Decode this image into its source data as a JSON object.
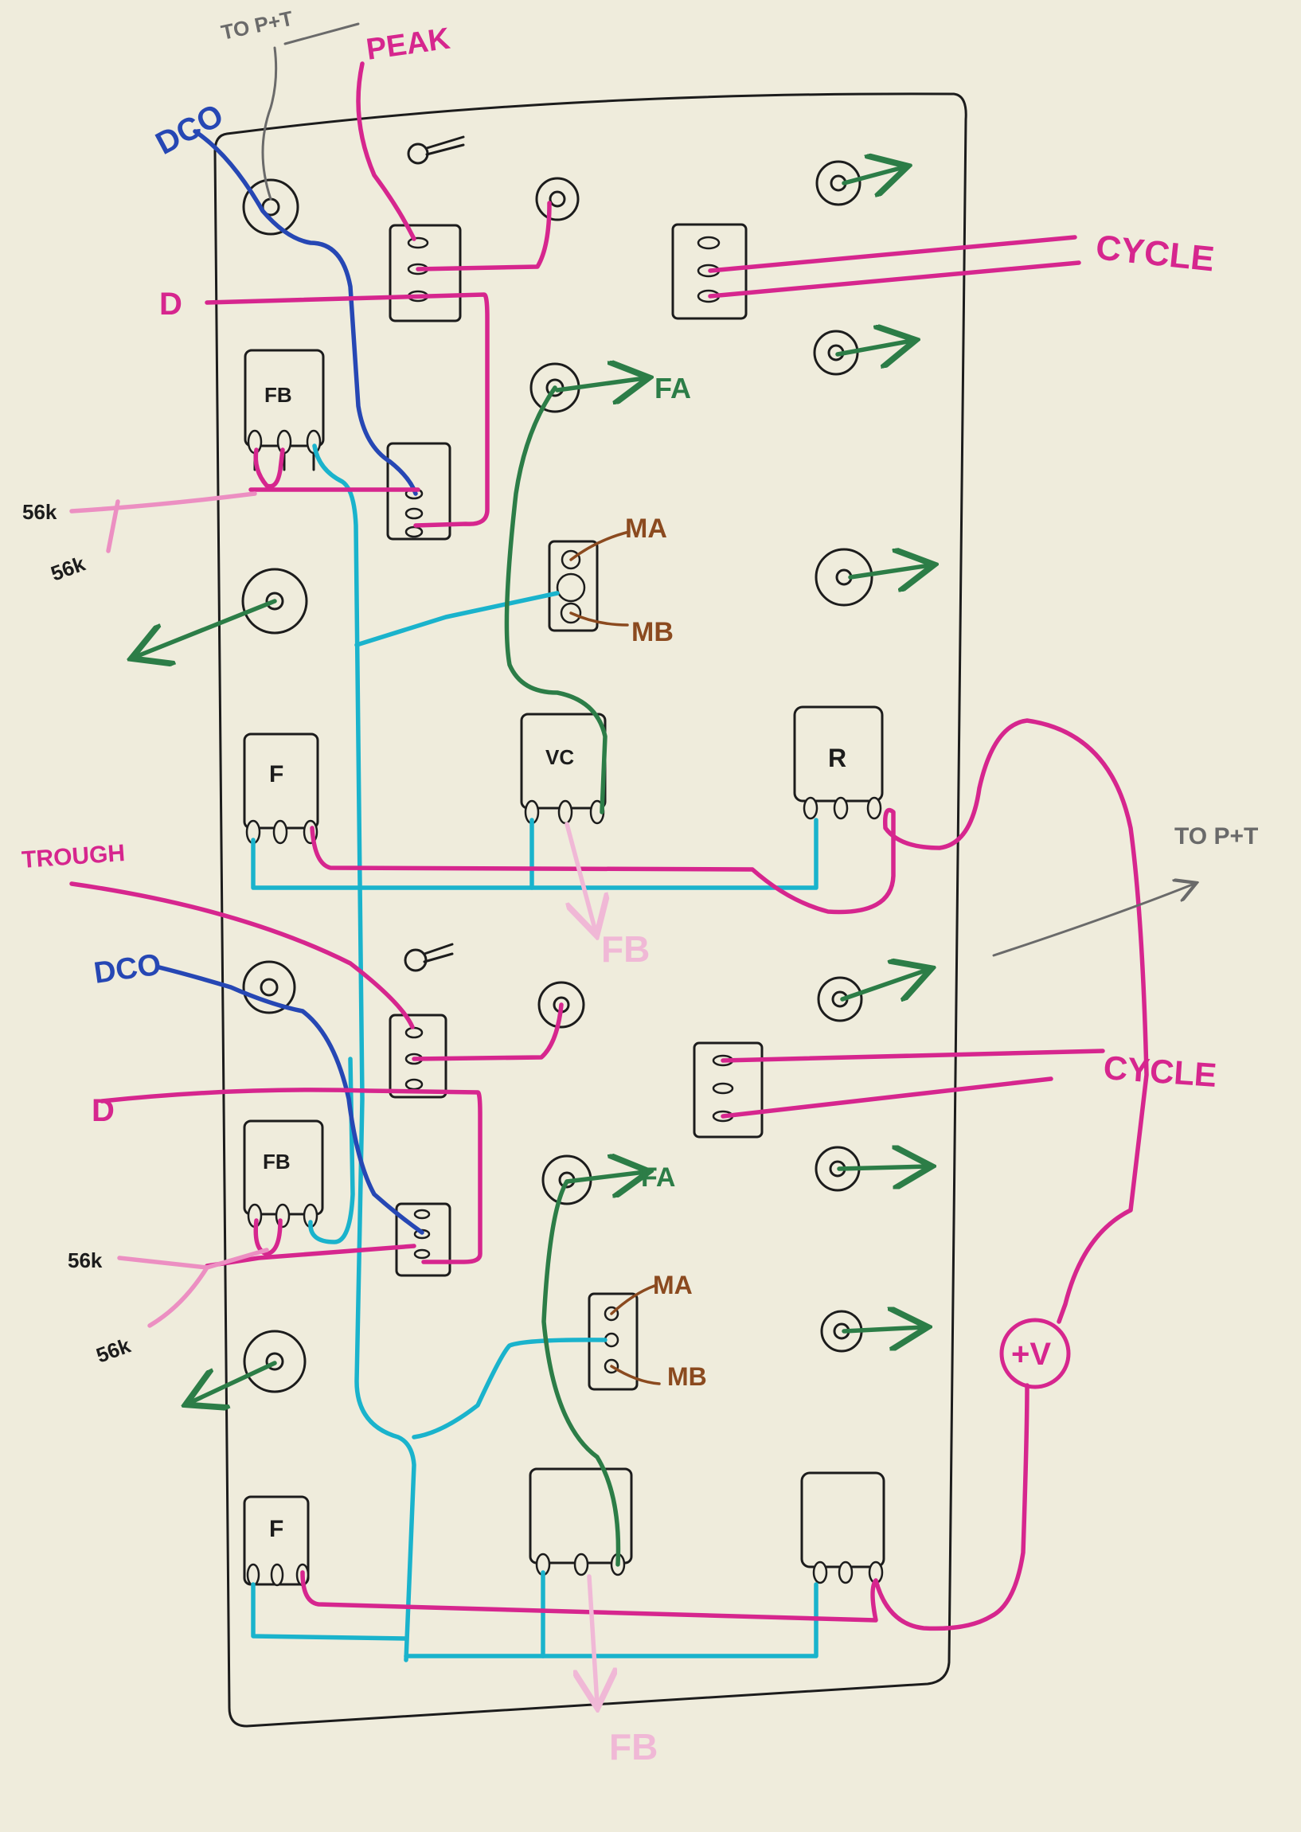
{
  "colors": {
    "paper": "#efecdc",
    "ink": "#1c1c1c",
    "magenta": "#d6268e",
    "pink": "#ec8fc2",
    "cyan": "#1ab3cc",
    "blue": "#2647b4",
    "green": "#2c7d47",
    "brown": "#8b4a1f",
    "gray": "#6a6a6a",
    "faint_pink": "#f0b8d6"
  },
  "labels": {
    "to_pt_top": "TO P+T",
    "peak": "PEAK",
    "dco_top": "DCO",
    "cycle_top": "CYCLE",
    "d_top": "D",
    "fb_top": "FB",
    "fa_top": "FA",
    "r56k_a": "56k",
    "r56k_b": "56k",
    "ma_top": "MA",
    "mb_top": "MB",
    "f_top": "F",
    "vc": "VC",
    "r": "R",
    "to_pt_right": "TO P+T",
    "trough": "TROUGH",
    "fb_arrow_top": "FB",
    "dco_bottom": "DCO",
    "cycle_bottom": "CYCLE",
    "d_bottom": "D",
    "fb_bottom": "FB",
    "fa_bottom": "FA",
    "r56k_c": "56k",
    "r56k_d": "56k",
    "ma_bottom": "MA",
    "mb_bottom": "MB",
    "plus_v": "+V",
    "f_bottom": "F",
    "fb_arrow_bottom": "FB"
  }
}
